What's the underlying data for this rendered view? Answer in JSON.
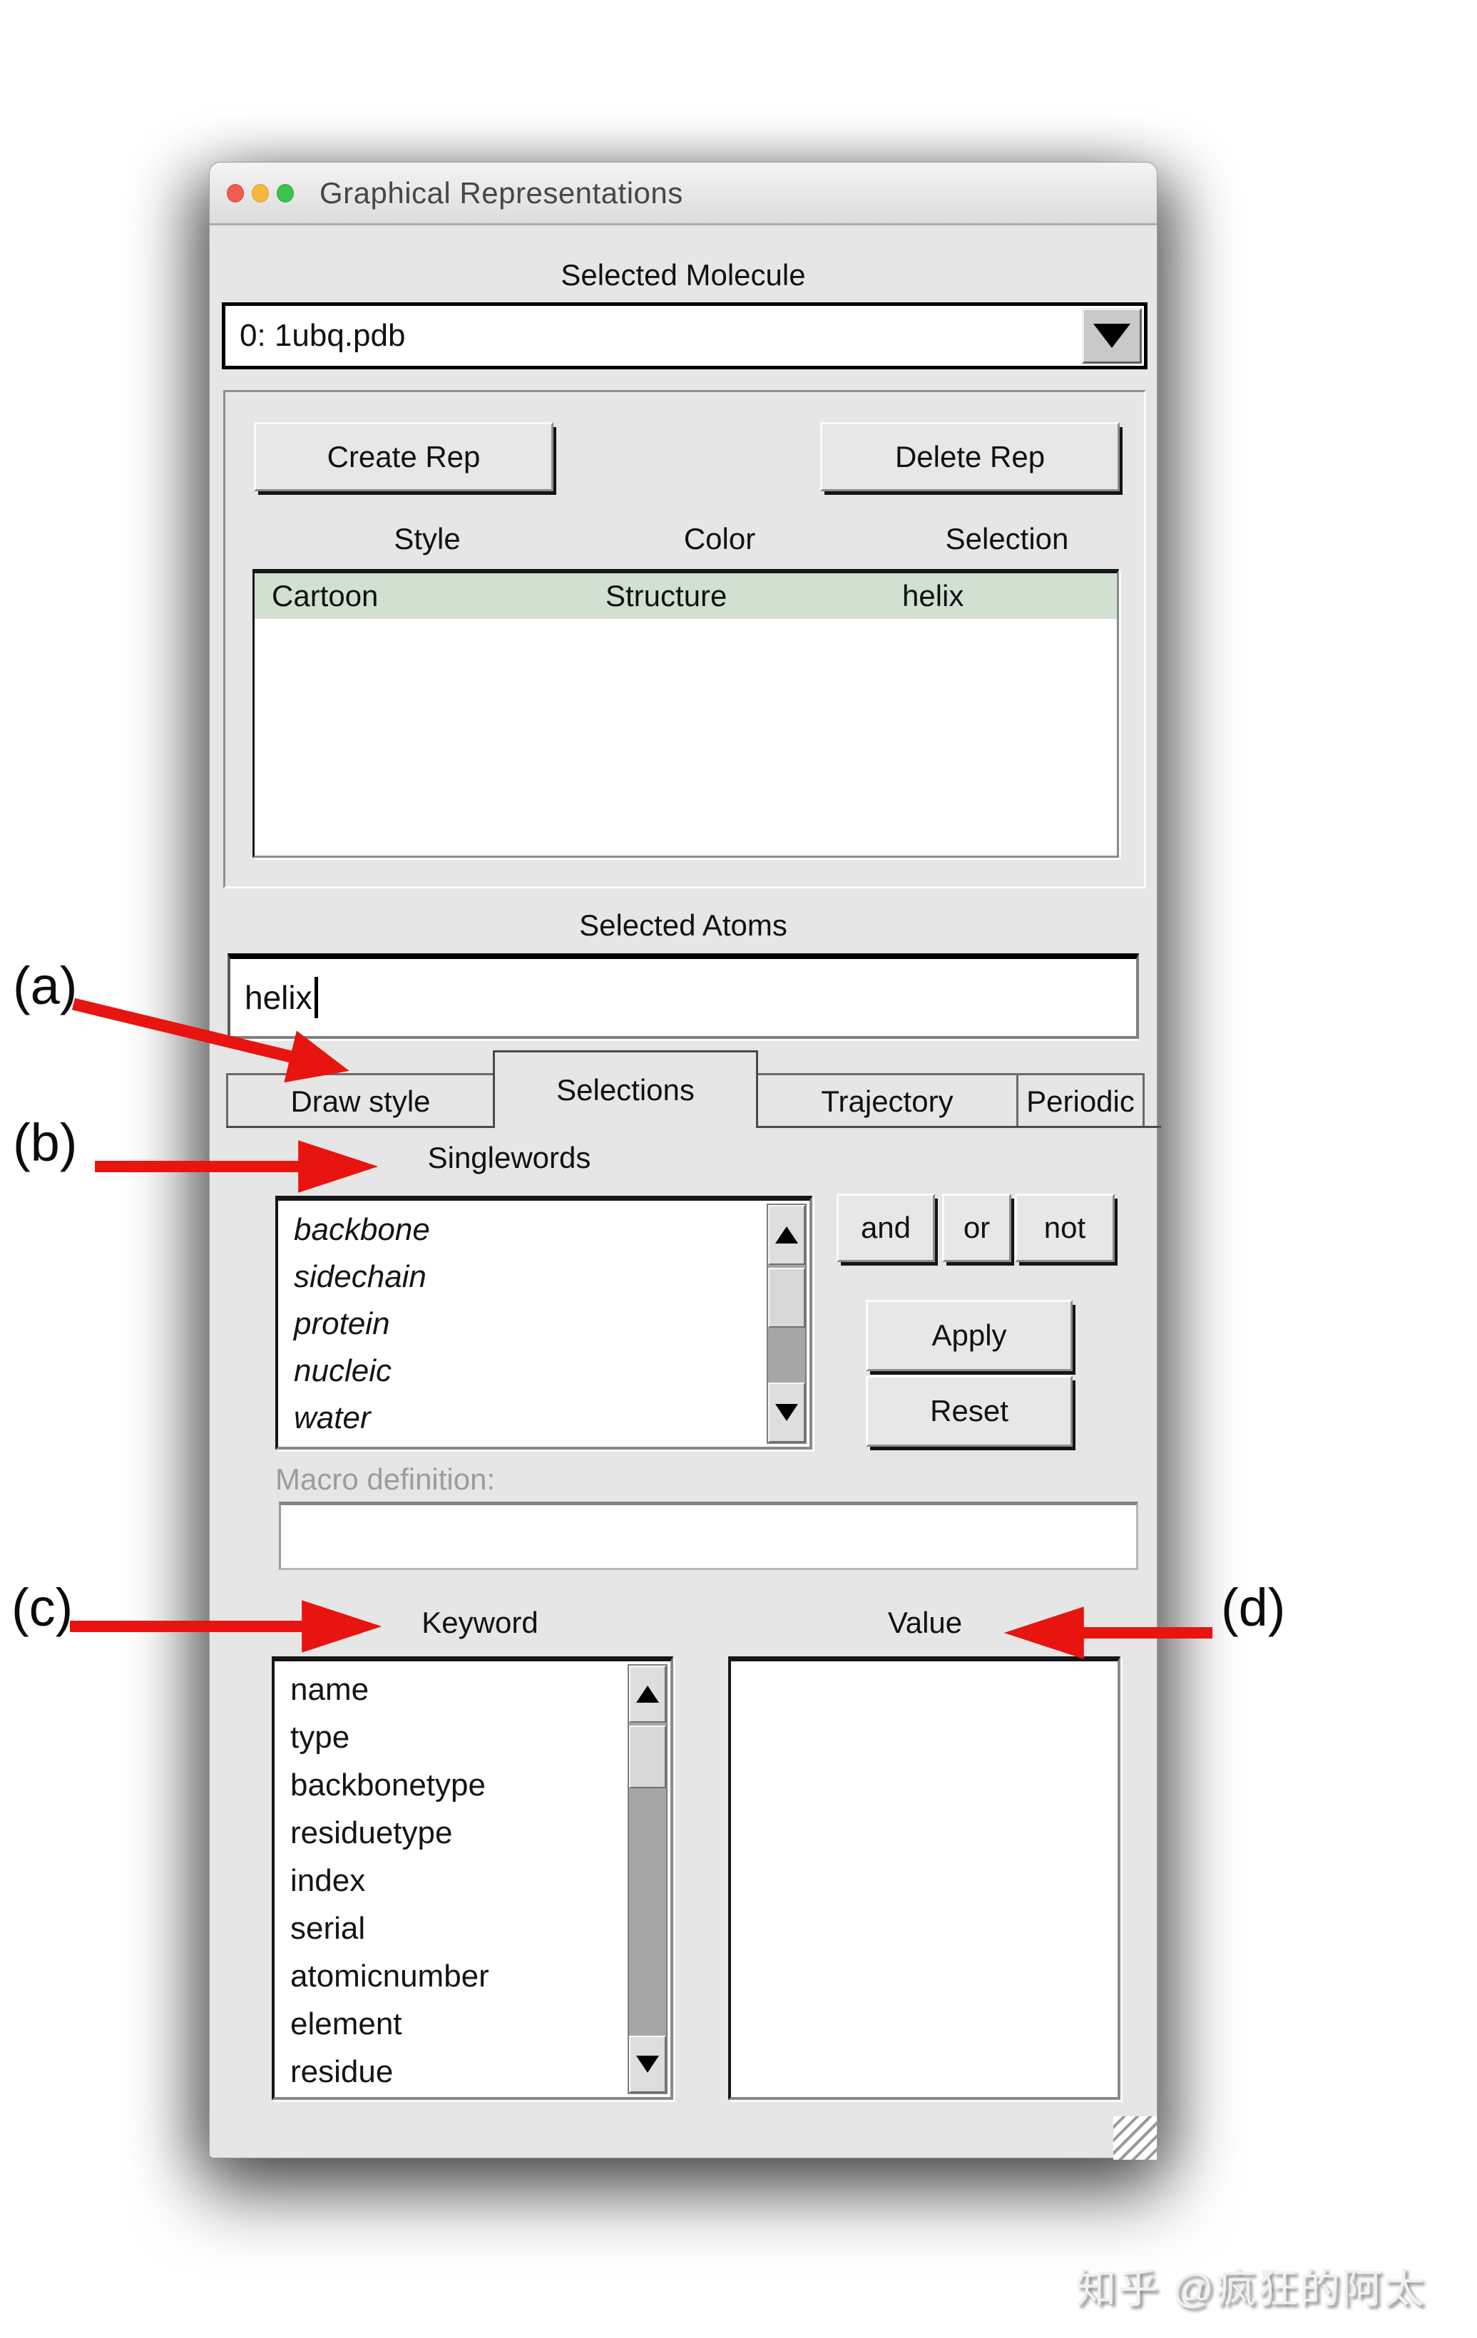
{
  "window": {
    "title": "Graphical Representations"
  },
  "molecule": {
    "label": "Selected Molecule",
    "value": "0: 1ubq.pdb"
  },
  "rep": {
    "create_label": "Create Rep",
    "delete_label": "Delete Rep",
    "columns": [
      "Style",
      "Color",
      "Selection"
    ],
    "rows": [
      {
        "style": "Cartoon",
        "color": "Structure",
        "selection": "helix"
      }
    ]
  },
  "selected_atoms": {
    "label": "Selected Atoms",
    "value": "helix"
  },
  "tabs": {
    "items": [
      "Draw style",
      "Selections",
      "Trajectory",
      "Periodic"
    ],
    "active": "Selections"
  },
  "selections_tab": {
    "singlewords": {
      "label": "Singlewords",
      "items": [
        "backbone",
        "sidechain",
        "protein",
        "nucleic",
        "water"
      ]
    },
    "operators": [
      "and",
      "or",
      "not"
    ],
    "apply_label": "Apply",
    "reset_label": "Reset",
    "macro": {
      "label": "Macro definition:",
      "value": ""
    },
    "keyword": {
      "label": "Keyword",
      "items": [
        "name",
        "type",
        "backbonetype",
        "residuetype",
        "index",
        "serial",
        "atomicnumber",
        "element",
        "residue"
      ]
    },
    "value": {
      "label": "Value",
      "items": []
    }
  },
  "annotations": {
    "a": "(a)",
    "b": "(b)",
    "c": "(c)",
    "d": "(d)"
  },
  "watermark": "知乎 @疯狂的阿太",
  "colors": {
    "accent_red": "#e81410",
    "selection_green": "#d2e0d2",
    "traffic_red": "#f15b50",
    "traffic_yellow": "#f5b73c",
    "traffic_green": "#3bc24f"
  }
}
